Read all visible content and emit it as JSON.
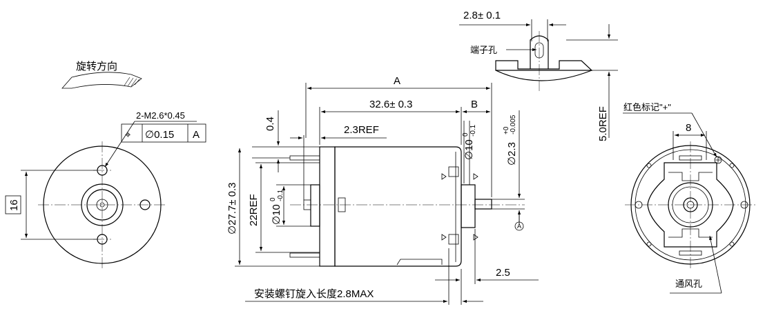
{
  "front_view": {
    "rotation_label": "旋转方向",
    "thread_label": "2-M2.6*0.45",
    "tolerance_frame": {
      "symbol": "⌖",
      "value": "∅0.15",
      "datum": "A"
    },
    "hole_spacing": "16"
  },
  "side_view": {
    "dim_overall_length": "A",
    "dim_body_length": "32.6± 0.3",
    "dim_shaft_length": "B",
    "dim_rear_shaft": "2.3REF",
    "dim_bearing_gap": "0.4",
    "dim_body_diameter": "∅27.7± 0.3",
    "dim_ref_22": "22REF",
    "dim_rear_boss": {
      "main": "∅10",
      "upper": "0",
      "lower": "-0.1"
    },
    "dim_front_boss": {
      "main": "∅10",
      "upper": "0",
      "lower": "-0.1"
    },
    "dim_shaft_diameter": {
      "main": "∅2.3",
      "upper": "+0",
      "lower": "-0.005"
    },
    "datum_label": "A",
    "dim_boss_protrusion": "2.5",
    "screw_note": "安装螺钉旋入长度2.8MAX"
  },
  "terminal_detail": {
    "dim_slot_width": "2.8± 0.1",
    "hole_label": "端子孔",
    "dim_height": "5.0REF"
  },
  "rear_view": {
    "red_mark_label": "红色标记\"+\"",
    "dim_width": "8",
    "vent_label": "通风孔"
  }
}
